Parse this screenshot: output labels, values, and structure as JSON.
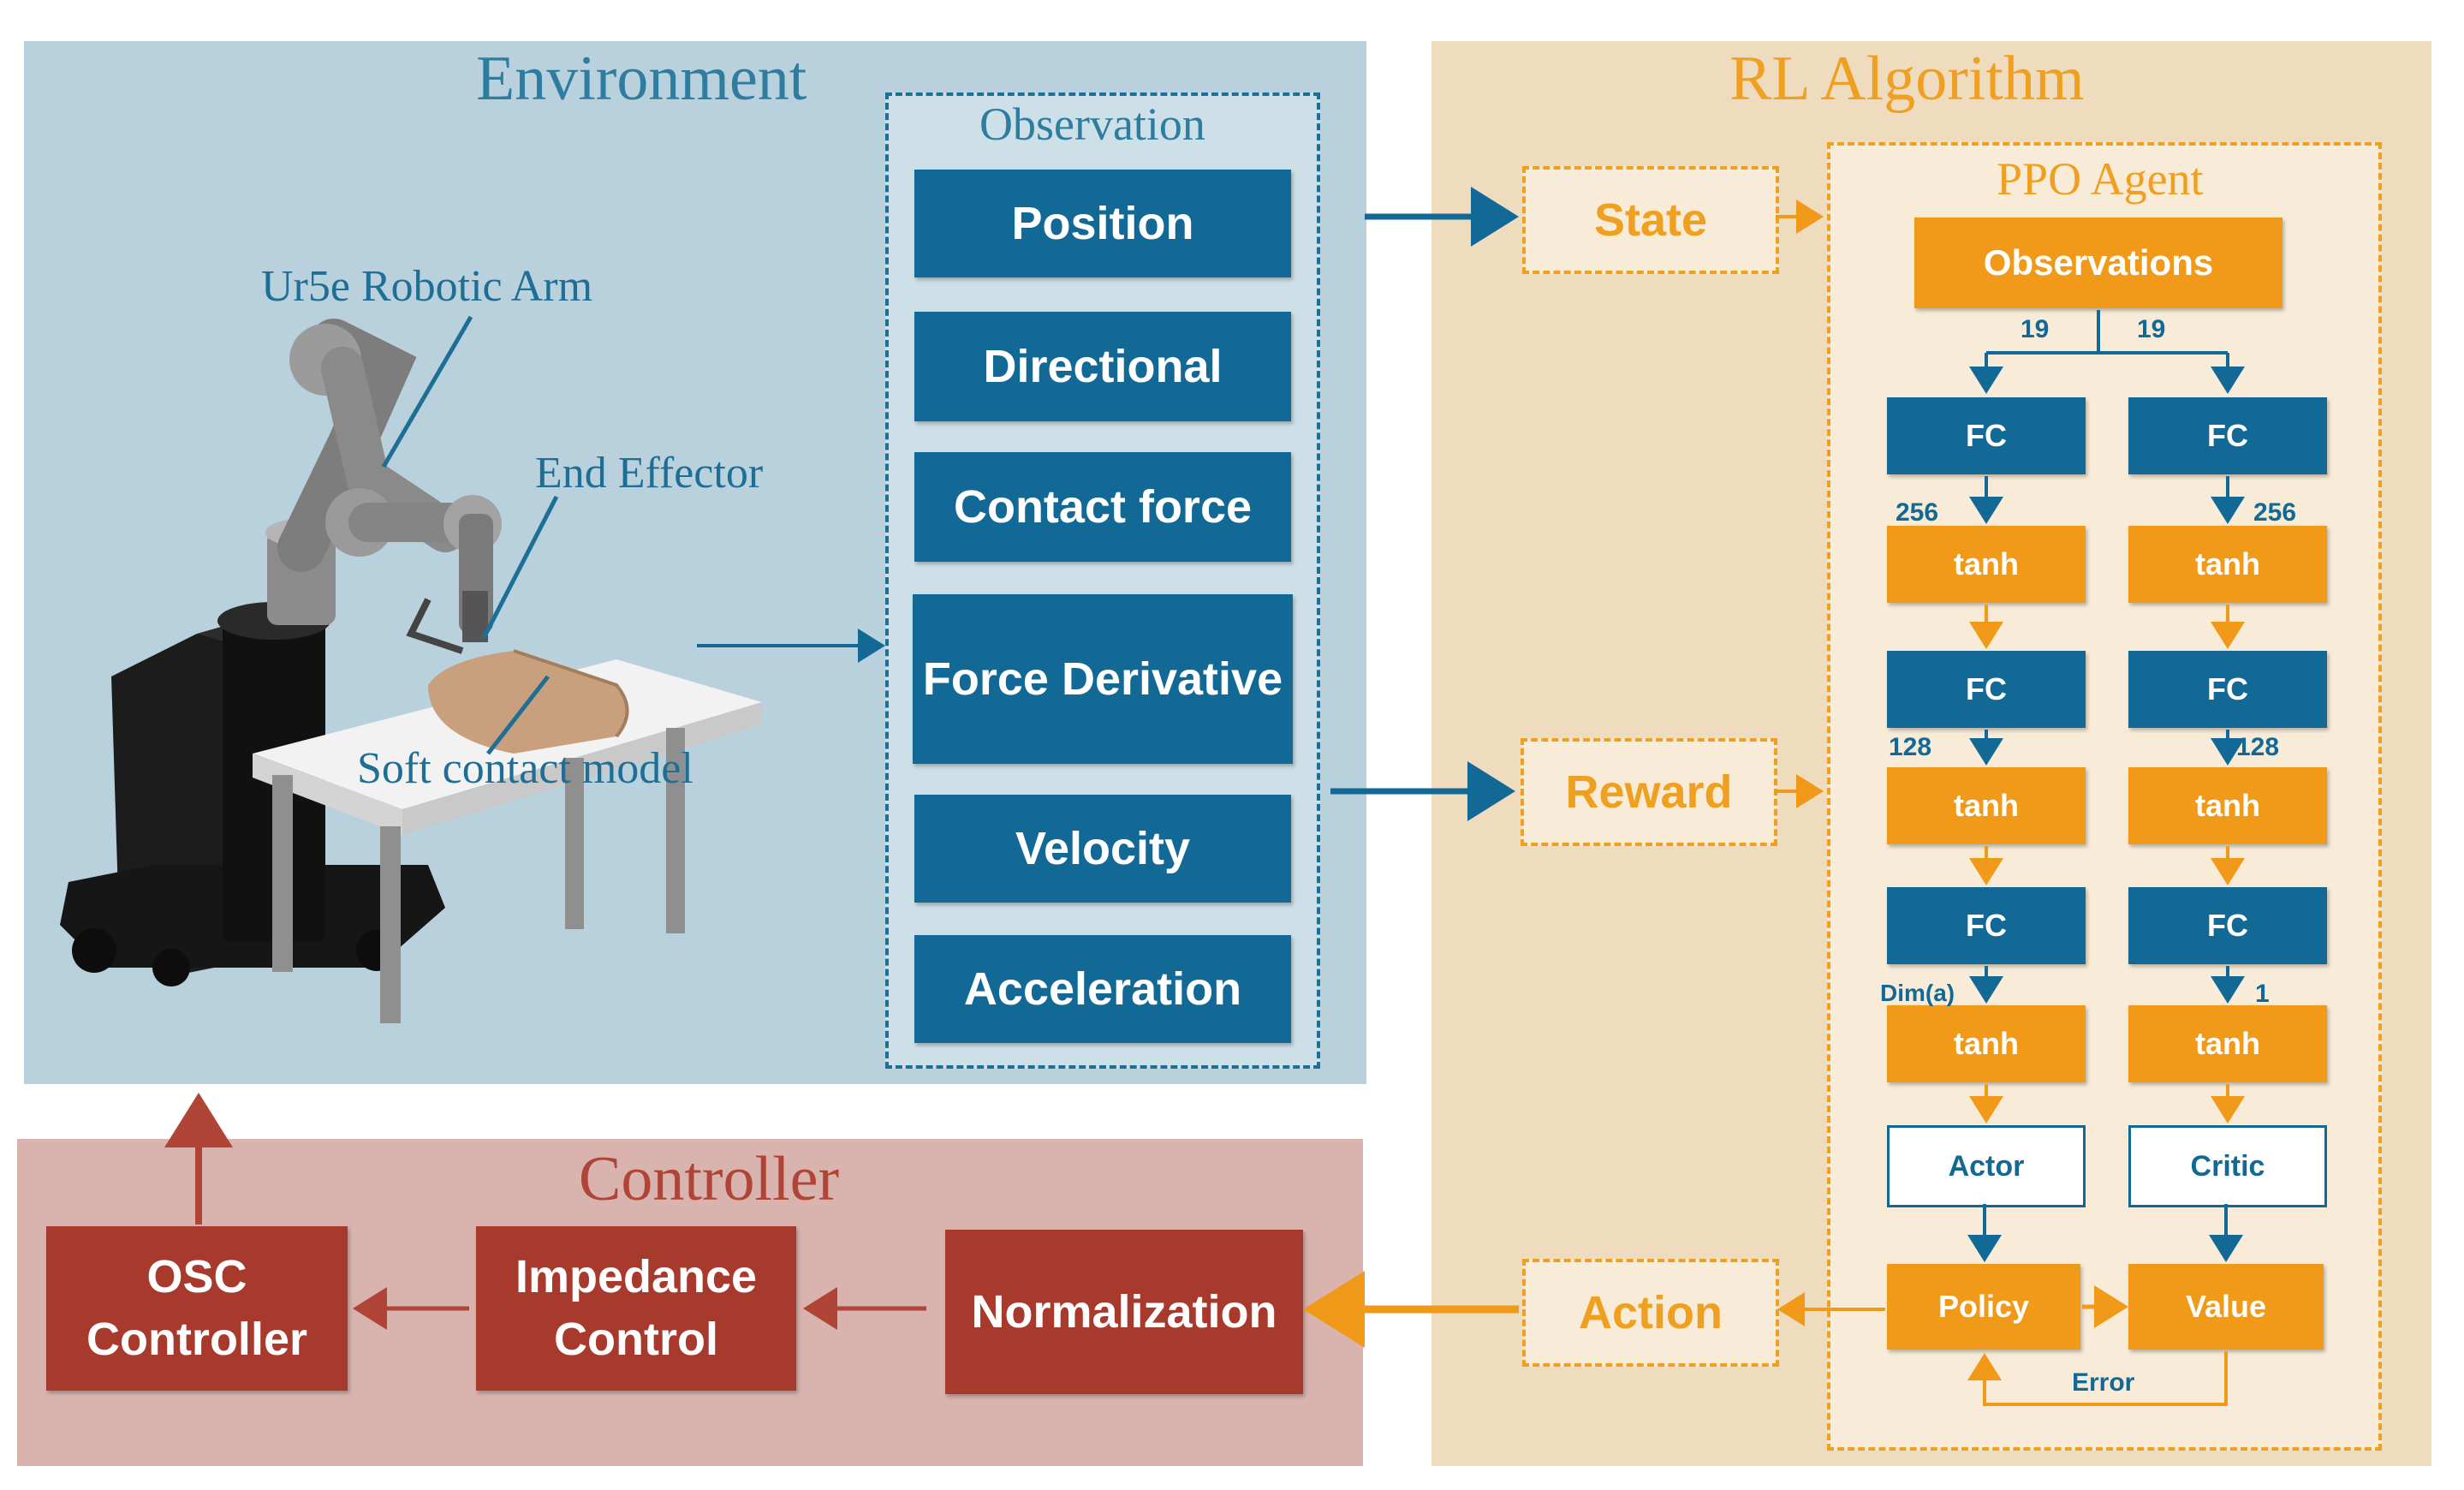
{
  "environment": {
    "title": "Environment",
    "robot_label": "Ur5e Robotic Arm",
    "end_effector_label": "End Effector",
    "soft_model_label": "Soft contact model",
    "observation": {
      "title": "Observation",
      "items": [
        "Position",
        "Directional",
        "Contact force",
        "Force Derivative",
        "Velocity",
        "Acceleration"
      ]
    }
  },
  "rl": {
    "title": "RL Algorithm",
    "state": "State",
    "reward": "Reward",
    "action": "Action",
    "ppo": {
      "title": "PPO Agent",
      "observations": "Observations",
      "split_dims": [
        "19",
        "19"
      ],
      "actor": {
        "layers": [
          "FC",
          "tanh",
          "FC",
          "tanh",
          "FC",
          "tanh"
        ],
        "dims": [
          "256",
          "128",
          "Dim(a)"
        ],
        "label": "Actor"
      },
      "critic": {
        "layers": [
          "FC",
          "tanh",
          "FC",
          "tanh",
          "FC",
          "tanh"
        ],
        "dims": [
          "256",
          "128",
          "1"
        ],
        "label": "Critic"
      },
      "policy": "Policy",
      "value": "Value",
      "error": "Error"
    }
  },
  "controller": {
    "title": "Controller",
    "boxes": [
      "OSC Controller",
      "Impedance Control",
      "Normalization"
    ]
  },
  "colors": {
    "env_bg": "#b9d1dc",
    "rl_bg": "#efdcbf",
    "controller_bg": "#d9b3ae",
    "blue": "#136996",
    "orange": "#f19a1a",
    "red": "#a8392d"
  }
}
